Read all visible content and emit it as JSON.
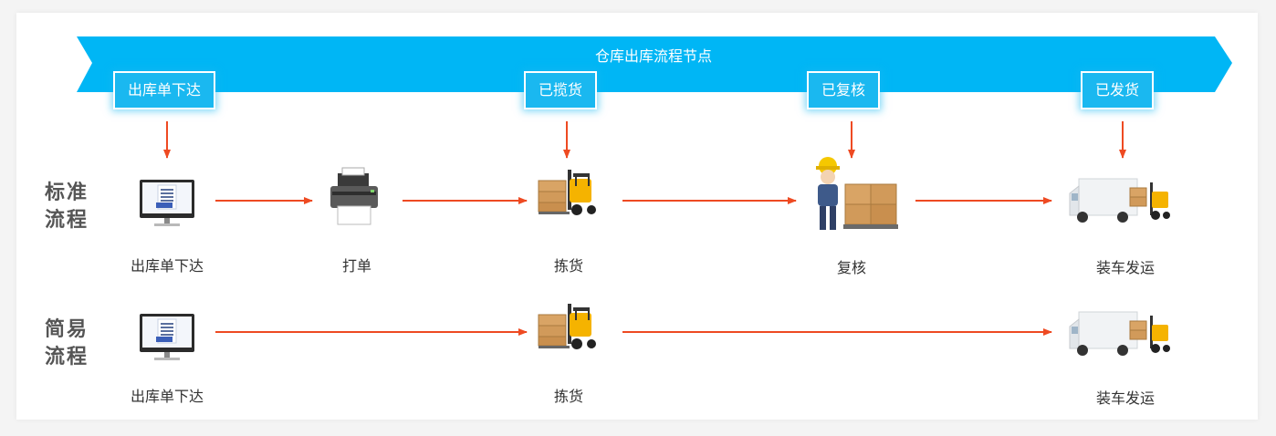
{
  "header": {
    "title": "仓库出库流程节点"
  },
  "nodes": [
    {
      "label": "出库单下达"
    },
    {
      "label": "已揽货"
    },
    {
      "label": "已复核"
    },
    {
      "label": "已发货"
    }
  ],
  "rows": [
    {
      "title_line1": "标准",
      "title_line2": "流程",
      "steps": [
        "出库单下达",
        "打单",
        "拣货",
        "复核",
        "装车发运"
      ]
    },
    {
      "title_line1": "简易",
      "title_line2": "流程",
      "steps": [
        "出库单下达",
        "拣货",
        "装车发运"
      ]
    }
  ],
  "colors": {
    "banner": "#00b6f5",
    "node_bg": "#1ab8f0",
    "arrow": "#ee4a22"
  }
}
